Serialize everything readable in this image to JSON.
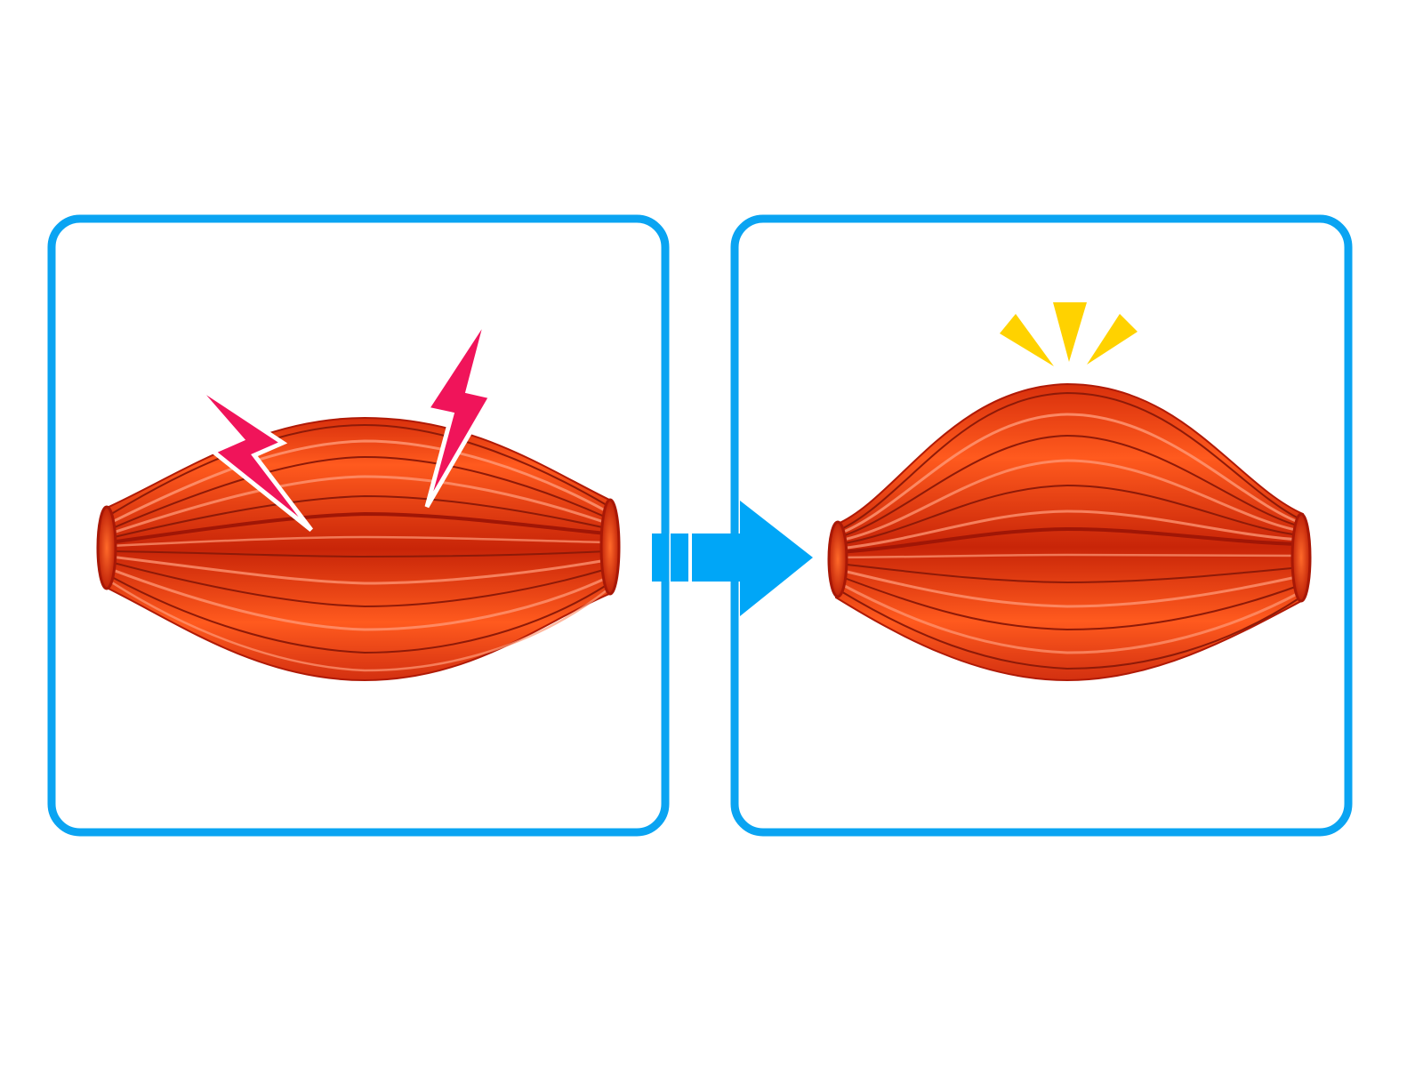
{
  "colors": {
    "frame": "#0aa4f2",
    "arrow": "#00a6f7",
    "muscle_light": "#ff5a1e",
    "muscle_mid": "#e83a10",
    "muscle_dark": "#b01a06",
    "fiber_highlight": "#ff9a78",
    "lightning": "#f0145a",
    "burst": "#ffd200",
    "background": "#ffffff"
  },
  "panels": [
    {
      "id": "before",
      "state": "injured muscle",
      "icons": [
        "lightning-bolt-icon",
        "lightning-bolt-icon"
      ]
    },
    {
      "id": "after",
      "state": "contracted muscle",
      "icons": [
        "burst-icon"
      ]
    }
  ],
  "arrow": {
    "direction": "right",
    "icon": "right-arrow-icon"
  }
}
